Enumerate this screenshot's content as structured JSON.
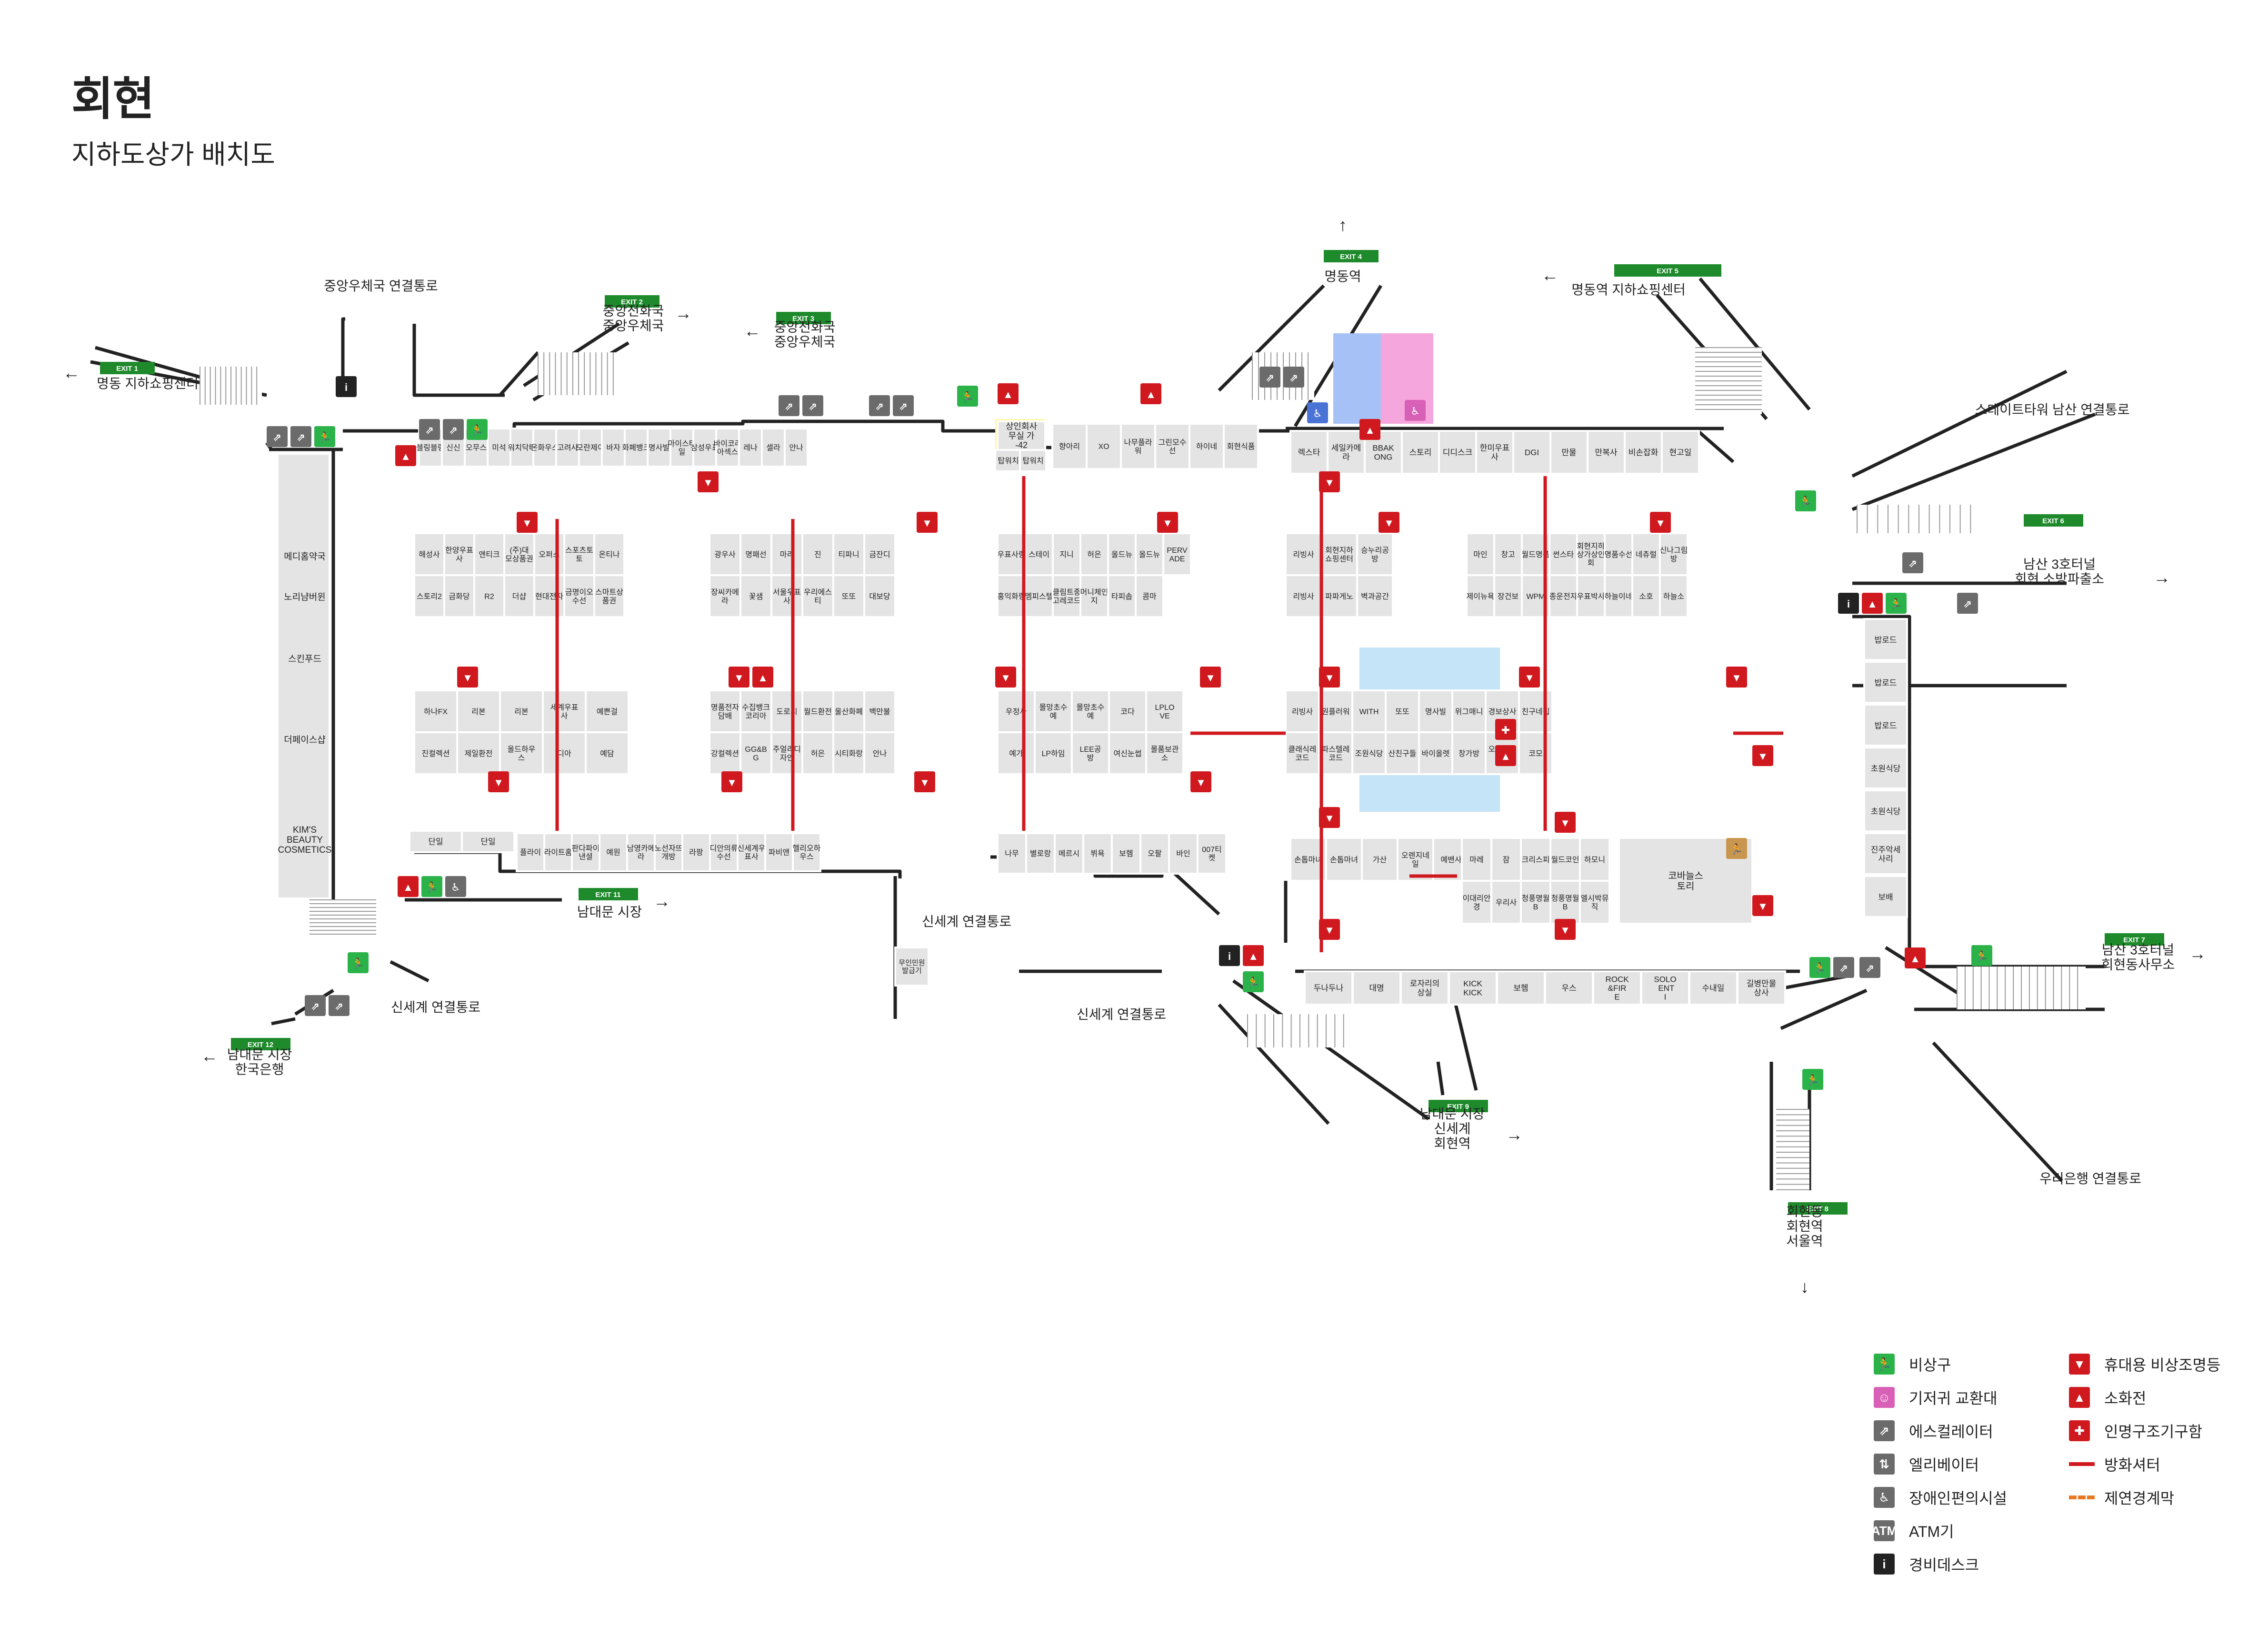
{
  "title": "회현",
  "subtitle": "지하도상가 배치도",
  "colors": {
    "shop": "#e4e4e4",
    "corridor": "#ffffff",
    "wall": "#222222",
    "firewall": "#d0191f",
    "exit": "#1e8a2b",
    "emergency": "#2bb34a",
    "red_icon": "#d0191f",
    "escalator": "#6b6b6b",
    "restroom_male": "#a6c1f5",
    "restroom_female": "#f5a6dc",
    "plaza": "#c5e4f7",
    "office": "#fff5a8",
    "lounge": "#c9964f"
  },
  "exits": [
    {
      "id": "EXIT 1",
      "arrow": "←",
      "lines": [
        "명동 지하쇼핑센터"
      ]
    },
    {
      "id": "EXIT 2",
      "arrow": "→",
      "lines": [
        "중앙전화국",
        "중앙우체국"
      ]
    },
    {
      "id": "EXIT 3",
      "arrow": "←",
      "lines": [
        "중앙전화국",
        "중앙우체국"
      ]
    },
    {
      "id": "EXIT 4",
      "arrow": "↑",
      "lines": [
        "명동역"
      ]
    },
    {
      "id": "EXIT 5",
      "arrow": "←",
      "lines": [
        "명동역 지하쇼핑센터"
      ]
    },
    {
      "id": "EXIT 6",
      "arrow": "→",
      "lines": [
        "남산 3호터널",
        "회현 소방파출소"
      ]
    },
    {
      "id": "EXIT 7",
      "arrow": "→",
      "lines": [
        "남산 3호터널",
        "회현동사무소"
      ]
    },
    {
      "id": "EXIT 8",
      "arrow": "↓",
      "lines": [
        "회현동",
        "회현역",
        "서울역"
      ]
    },
    {
      "id": "EXIT 9",
      "arrow": "→",
      "lines": [
        "남대문 시장",
        "신세계",
        "회현역"
      ]
    },
    {
      "id": "EXIT 11",
      "arrow": "→",
      "lines": [
        "남대문 시장"
      ]
    },
    {
      "id": "EXIT 12",
      "arrow": "←",
      "lines": [
        "남대문 시장",
        "한국은행"
      ]
    }
  ],
  "connections": [
    "중앙우체국 연결통로",
    "스테이트타워 남산 연결통로",
    "신세계 연결통로",
    "신세계 연결통로",
    "신세계 연결통로",
    "우리은행 연결통로"
  ],
  "shops": {
    "left_column": [
      "메디홈약국",
      "노리냠버윈",
      "스킨푸드",
      "더페이스샵",
      "KIM'S BEAUTY COSMETICS"
    ],
    "row1_west": [
      "블링블링",
      "신신",
      "오무스",
      "미석",
      "워치닥터",
      "온화우스",
      "고려사",
      "모란제이",
      "바자",
      "화폐뱅크",
      "명사빌",
      "마이스타일",
      "삼성우표",
      "바이코리아섹스",
      "레나",
      "셀라",
      "안나"
    ],
    "row1_mid": [
      "상인회사무실 가-42",
      "탑워치",
      "탑워치",
      "향아리",
      "XO",
      "나무플라워",
      "그린모수선",
      "하이네",
      "회현식품"
    ],
    "row1_east": [
      "렉스타",
      "세일카메라",
      "BBAKONG",
      "스토리",
      "디디스크",
      "한미우표사",
      "DGI",
      "만물",
      "만복사",
      "비손잡화",
      "현고일"
    ],
    "block_a": [
      "해성사",
      "한양우표사",
      "앤티크",
      "(주)대모상품권",
      "오퍼스",
      "스포츠토토",
      "온티나",
      "스토리2",
      "금화당",
      "R2",
      "더샵",
      "현대전자",
      "금명이오수선",
      "스마트상품권"
    ],
    "block_b": [
      "광우사",
      "명패선",
      "마리",
      "진",
      "티파니",
      "금잔디",
      "장씨카메라",
      "꽃샘",
      "서울우표사",
      "우리에스티",
      "또또",
      "대보당"
    ],
    "block_c": [
      "우표사랑",
      "스테이",
      "지니",
      "허은",
      "올드뉴",
      "올드뉴",
      "PERVADE",
      "홍익화랑",
      "멤피스텔",
      "클림트중고레코드",
      "머니체인지",
      "타피솝",
      "콤마"
    ],
    "block_d": [
      "리빙사",
      "회현지하쇼핑센터",
      "승누리공방",
      "리빙사",
      "파파게노",
      "벽과공간"
    ],
    "block_e": [
      "마인",
      "창고",
      "월드명품",
      "썬스타",
      "회현지하상가상인회",
      "명품수선",
      "네츄럴",
      "신나그림방",
      "제이뉴욕",
      "장건보",
      "WPM",
      "종운전자",
      "우표박사",
      "하늘이네",
      "소호",
      "하늘소"
    ],
    "block_f": [
      "하나FX",
      "리본",
      "리본",
      "세계우표사",
      "예쁜걸",
      "진컬렉션",
      "제일환전",
      "올드하우스",
      "디아",
      "예담"
    ],
    "block_g": [
      "명품전자담배",
      "수집뱅크코리아",
      "도로시",
      "월드환전",
      "울산화폐",
      "백만불",
      "강컬렉션",
      "GG&BG",
      "주얼리디자인",
      "허은",
      "시티화랑",
      "안나"
    ],
    "block_h": [
      "우정사",
      "몰망초수예",
      "몰망초수예",
      "코다",
      "LPLOVE",
      "예가",
      "LP하임",
      "LEE공방",
      "여신눈썹",
      "몰품보관소"
    ],
    "block_i": [
      "리빙사",
      "원플러워",
      "WITH",
      "또또",
      "명사빌",
      "위그매니",
      "경보상사",
      "친구네집",
      "클래식레코드",
      "파스텔레코드",
      "조원식당",
      "산친구들",
      "바이올렛",
      "창가방",
      "오대양육대주",
      "코모"
    ],
    "right_column": [
      "밥로드",
      "밥로드",
      "밥로드",
      "초원식당",
      "초원식당",
      "진주악세사리",
      "보배"
    ],
    "row_south_west": [
      "단일",
      "단일",
      "플라이",
      "라이트홈",
      "판다파이낸셜",
      "예원",
      "남영카메라",
      "노선자뜨개방",
      "라팡",
      "디안의류수선",
      "신세계우표사",
      "파비앤",
      "헬리오하우스",
      "무인민원발급기"
    ],
    "row_south_mid": [
      "나무",
      "별로랑",
      "메르시",
      "뷔욕",
      "보헴",
      "오팔",
      "바인",
      "007티켓"
    ],
    "row_south_east": [
      "손톱마녀",
      "손톱마녀",
      "가산",
      "오렌지네일",
      "예밴사",
      "마레",
      "잠",
      "크리스피",
      "월드코인",
      "하모니",
      "이대리안경",
      "우리사",
      "청풍명월B",
      "청풍명월B",
      "엘시박뮤직",
      "코바늘스토리"
    ],
    "row_bottom": [
      "두나두나",
      "대명",
      "로자리의상실",
      "KICKKICK",
      "보헴",
      "우스",
      "ROCK&FIRE",
      "SOLO ENTI",
      "수내일",
      "길병만물상사"
    ]
  },
  "legend": [
    {
      "icon": "emergency-exit-icon",
      "label": "비상구",
      "color": "#2bb34a"
    },
    {
      "icon": "diaper-table-icon",
      "label": "기저귀 교환대",
      "color": "#d860b7"
    },
    {
      "icon": "escalator-icon",
      "label": "에스컬레이터",
      "color": "#6b6b6b"
    },
    {
      "icon": "elevator-icon",
      "label": "엘리베이터",
      "color": "#6b6b6b"
    },
    {
      "icon": "accessibility-icon",
      "label": "장애인편의시설",
      "color": "#6b6b6b"
    },
    {
      "icon": "atm-icon",
      "label": "ATM기",
      "color": "#6b6b6b"
    },
    {
      "icon": "info-desk-icon",
      "label": "경비데스크",
      "color": "#222222"
    },
    {
      "icon": "portable-light-icon",
      "label": "휴대용 비상조명등",
      "color": "#d0191f"
    },
    {
      "icon": "fire-extinguisher-icon",
      "label": "소화전",
      "color": "#d0191f"
    },
    {
      "icon": "rescue-equipment-icon",
      "label": "인명구조기구함",
      "color": "#d0191f"
    },
    {
      "icon": "fire-shutter-line",
      "label": "방화셔터",
      "color": "#d0191f"
    },
    {
      "icon": "smoke-curtain-line",
      "label": "제연경계막",
      "color": "#e87822"
    }
  ],
  "icon_glyphs": {
    "exit": "🏃",
    "esc": "⇗",
    "light": "▼",
    "ext": "▲",
    "info": "i",
    "wc": "♿",
    "atm": "ATM",
    "elev": "⇅",
    "rescue": "✚",
    "diaper": "☺"
  }
}
